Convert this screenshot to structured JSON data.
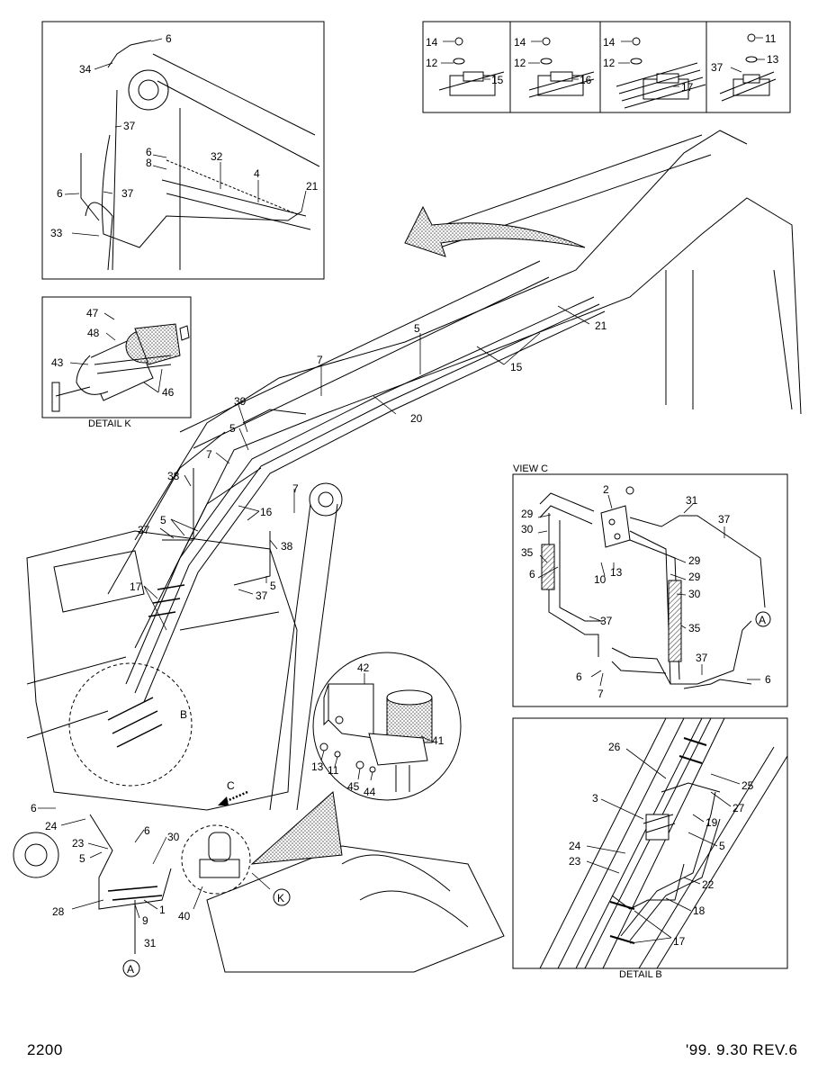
{
  "footer": {
    "page_number": "2200",
    "revision": "'99. 9.30  REV.6"
  },
  "captions": {
    "detail_k": "DETAIL K",
    "view_c": "VIEW C",
    "detail_b": "DETAIL B"
  },
  "view_arrow_label": "C",
  "callouts": {
    "main": {
      "p1": "5",
      "p2": "21",
      "p3": "15",
      "p4": "7",
      "p5": "20",
      "p6": "39",
      "p7": "5",
      "p8": "7",
      "p9": "38",
      "p10": "16",
      "p11": "7",
      "p12": "37",
      "p13": "5",
      "p14": "38",
      "p15": "17",
      "p16": "37",
      "p17": "5",
      "p18": "B",
      "p19": "6",
      "p20": "24",
      "p21": "23",
      "p22": "5",
      "p23": "6",
      "p24": "30",
      "p25": "28",
      "p26": "1",
      "p27": "9",
      "p28": "31",
      "p29": "A",
      "p30": "40",
      "p31": "K"
    },
    "inset_top_left": {
      "p1": "6",
      "p2": "34",
      "p3": "37",
      "p4": "6",
      "p5": "8",
      "p6": "32",
      "p7": "4",
      "p8": "21",
      "p9": "6",
      "p10": "37",
      "p11": "33"
    },
    "clamp_row": {
      "p1": "14",
      "p2": "12",
      "p3": "15",
      "p4": "14",
      "p5": "12",
      "p6": "16",
      "p7": "14",
      "p8": "12",
      "p9": "17",
      "p10": "11",
      "p11": "37",
      "p12": "13"
    },
    "detail_k": {
      "p1": "47",
      "p2": "48",
      "p3": "43",
      "p4": "46"
    },
    "view_c": {
      "p1": "2",
      "p2": "31",
      "p3": "29",
      "p4": "30",
      "p5": "37",
      "p6": "35",
      "p7": "6",
      "p8": "10",
      "p9": "13",
      "p10": "29",
      "p11": "29",
      "p12": "30",
      "p13": "A",
      "p14": "35",
      "p15": "37",
      "p16": "37",
      "p17": "6",
      "p18": "7",
      "p19": "6"
    },
    "circle_detail": {
      "p1": "42",
      "p2": "41",
      "p3": "13",
      "p4": "11",
      "p5": "45",
      "p6": "44"
    },
    "detail_b": {
      "p1": "26",
      "p2": "25",
      "p3": "27",
      "p4": "3",
      "p5": "19",
      "p6": "5",
      "p7": "24",
      "p8": "23",
      "p9": "22",
      "p10": "18",
      "p11": "17"
    }
  }
}
